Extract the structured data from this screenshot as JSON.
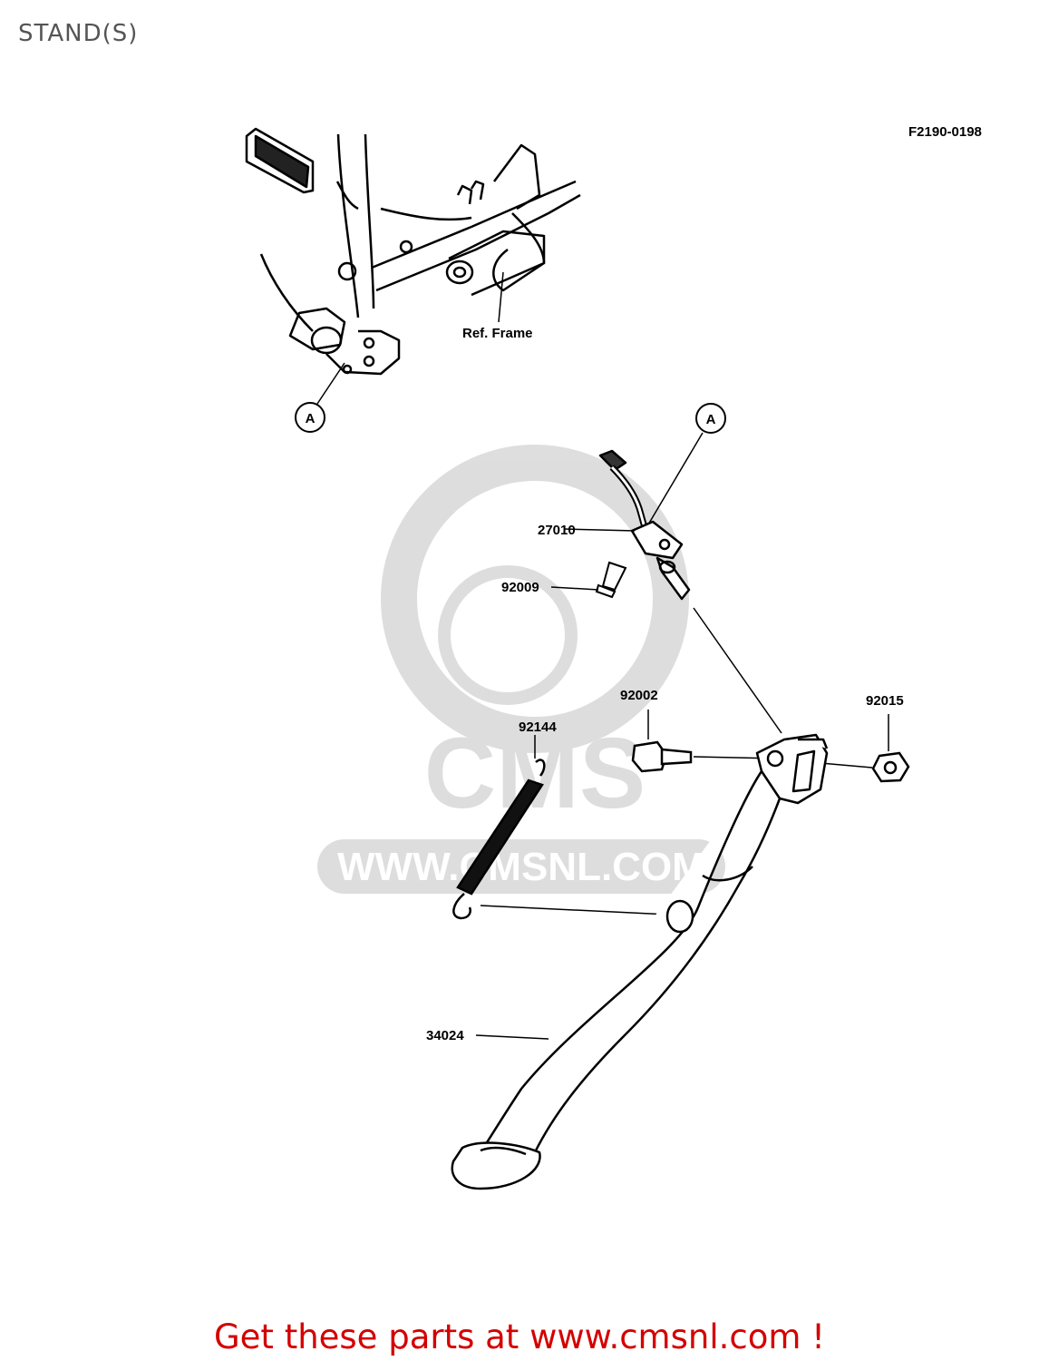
{
  "page": {
    "title": "STAND(S)"
  },
  "diagram": {
    "figure_code": "F2190-0198",
    "ref_frame_label": "Ref. Frame",
    "detail_marker": "A",
    "parts": [
      {
        "number": "27010"
      },
      {
        "number": "92009"
      },
      {
        "number": "92002"
      },
      {
        "number": "92015"
      },
      {
        "number": "92144"
      },
      {
        "number": "34024"
      }
    ]
  },
  "watermark": {
    "text": "WWW.CMSNL.COM",
    "logo": "CMS"
  },
  "footer": {
    "cta_text": "Get these parts at www.cmsnl.com !"
  },
  "colors": {
    "cta": "#d40000",
    "title": "#555555",
    "line": "#000000"
  }
}
